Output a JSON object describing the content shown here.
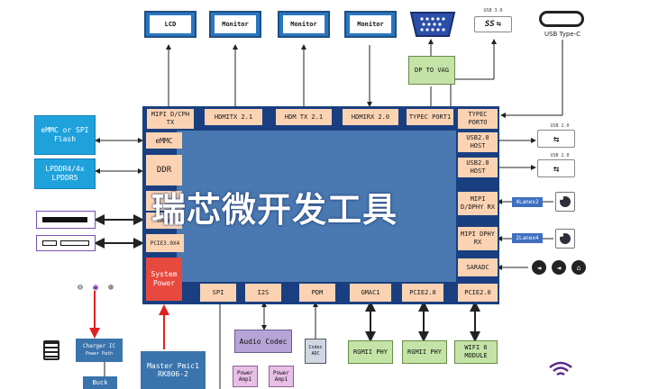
{
  "top_outputs": {
    "lcd": "LCD",
    "monitor1": "Monitor",
    "monitor2": "Monitor",
    "monitor3": "Monitor",
    "usb30_label": "USB 3.0",
    "usb30_logo": "SS",
    "typec_label": "USB Type-C",
    "dp_to_vga": "DP TO VAG"
  },
  "soc_top_ports": {
    "mipi_dcph_tx": "MIPI D/CPH TX",
    "hdmitx_21a": "HDMITX 2.1",
    "hdmitx_21b": "HDM TX 2.1",
    "hdmirx_20": "HDMIRX 2.0",
    "typec_port1": "TYPEC PORT1",
    "typec_port0": "TYPEC PORTO"
  },
  "soc_left_ports": {
    "emmc": "eMMC",
    "ddr": "DDR",
    "ol24p": "OL 24P",
    "sata": "SATA",
    "pcie3": "PCIE3.0X4"
  },
  "system_power": "System Power",
  "soc_right_ports": {
    "usb20_host_a": "USB2.0 HOST",
    "usb20_host_b": "USB2.0 HOST",
    "mipi_dphy_rx_a": "MIPI D/DPHY RX",
    "mipi_dphy_rx_b": "MIPI DPHY RX",
    "saradc": "SARADC",
    "pcie20_right": "PCIE2.0"
  },
  "soc_bottom_ports": {
    "spi": "SPI",
    "i2s": "I2S",
    "pdm": "PDM",
    "gmac1": "GMAC1",
    "pcie20": "PCIE2.0"
  },
  "left_blocks": {
    "emmc_flash": "eMMC or SPI Flash",
    "lpddr": "LPDDR4/4x LPDDR5"
  },
  "right_labels": {
    "usb20_a": "USB 2.0",
    "usb20_b": "USB 2.0",
    "lanex2": "4Lanex2",
    "lanex4": "2Lanex4"
  },
  "bottom_blocks": {
    "charger_ic": "Charger IC",
    "power_path": "Power Path",
    "buck": "Buck",
    "master_pmic": "Master Pmic1",
    "pmic_model": "RK806-2",
    "audio_codec": "Audio Codec",
    "power_amp1": "Power Amp1",
    "power_amp2": "Power Amp1",
    "codec_adc": "Codec ADC",
    "rgmii1": "RGMII PHY",
    "rgmii2": "RGMII PHY",
    "wifi": "WIFI 6 MODULE"
  },
  "watermark": "瑞芯微开发工具",
  "icons": [
    "usb-icon",
    "usb-c-icon",
    "vga-port-icon",
    "audio-jack-icon",
    "volume-down-icon",
    "volume-up-icon",
    "home-icon",
    "battery-icon",
    "dc-jack-icon",
    "wifi-icon"
  ],
  "colors": {
    "soc_core": "#4a78b0",
    "port": "#fbd3b3",
    "block": "#3a74ad",
    "power": "#e8493f",
    "green": "#c3e4a6",
    "cyan": "#1fa2dc"
  }
}
